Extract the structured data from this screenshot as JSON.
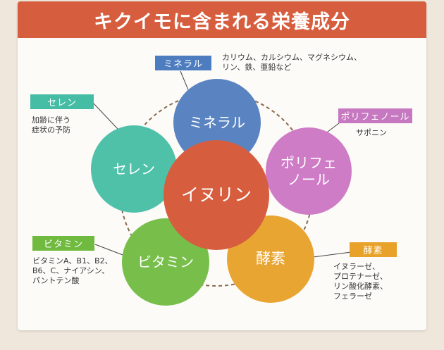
{
  "title": "キクイモに含まれる栄養成分",
  "center": {
    "label": "イヌリン",
    "color": "#d65e3e"
  },
  "nutrients": [
    {
      "key": "mineral",
      "circle_label": "ミネラル",
      "tag": "ミネラル",
      "color": "#5a84c1",
      "tag_color": "#4d7dbf",
      "desc": "カリウム、カルシウム、マグネシウム、\nリン、鉄、亜鉛など"
    },
    {
      "key": "polyphenol",
      "circle_label": "ポリフェ\nノール",
      "tag": "ポリフェノール",
      "color": "#cf7cc6",
      "tag_color": "#c678c0",
      "desc": "サポニン"
    },
    {
      "key": "enzyme",
      "circle_label": "酵素",
      "tag": "酵素",
      "color": "#e9a532",
      "tag_color": "#e8a229",
      "desc": "イヌラーゼ、\nプロテナーゼ、\nリン酸化酵素、\nフェラーゼ"
    },
    {
      "key": "vitamin",
      "circle_label": "ビタミン",
      "tag": "ビタミン",
      "color": "#77bf4a",
      "tag_color": "#6fba3f",
      "desc": "ビタミンA、B1、B2、\nB6、C、ナイアシン、\nパントテン酸"
    },
    {
      "key": "selenium",
      "circle_label": "セレン",
      "tag": "セレン",
      "color": "#4fc1a9",
      "tag_color": "#45bda5",
      "desc": "加齢に伴う\n症状の予防"
    }
  ]
}
